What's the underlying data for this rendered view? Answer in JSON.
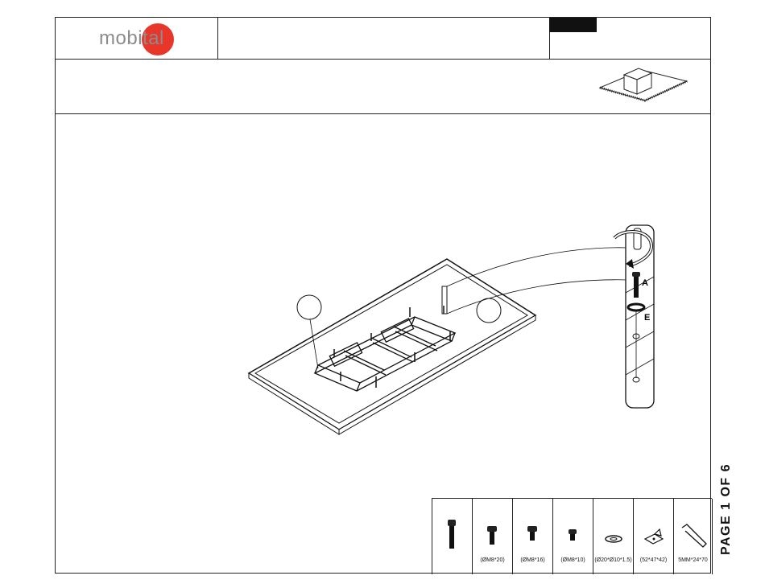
{
  "header": {
    "logo_text": "mobital",
    "title": "",
    "code": ""
  },
  "callouts": {
    "screw_letter": "A",
    "washer_letter": "E"
  },
  "parts": [
    {
      "label": "",
      "icon": "long-bolt-icon"
    },
    {
      "label": "(ØM8*20)",
      "icon": "bolt-m8x20-icon"
    },
    {
      "label": "(ØM8*16)",
      "icon": "bolt-m8x16-icon"
    },
    {
      "label": "(ØM8*10)",
      "icon": "bolt-m8x10-icon"
    },
    {
      "label": "(Ø20*Ø10*1.5)",
      "icon": "washer-icon"
    },
    {
      "label": "(52*47*42)",
      "icon": "bracket-icon"
    },
    {
      "label": "5MM*24*70",
      "icon": "allen-key-icon"
    }
  ],
  "footer": {
    "page_number": "PAGE 1 OF 6"
  },
  "colors": {
    "logo_red": "#e8362a",
    "logo_grey": "#8c8c8c",
    "line": "#222222"
  }
}
